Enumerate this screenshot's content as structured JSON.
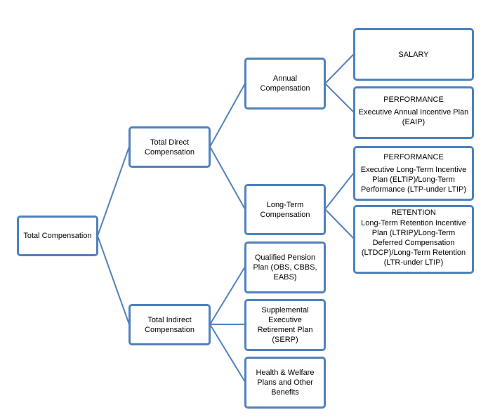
{
  "diagram": {
    "root": {
      "label": "Total Compensation"
    },
    "direct": {
      "label": "Total Direct Compensation"
    },
    "indirect": {
      "label": "Total Indirect Compensation"
    },
    "annual": {
      "label": "Annual Compensation"
    },
    "long_term": {
      "label": "Long-Term Compensation"
    },
    "salary": {
      "label": "SALARY"
    },
    "annual_performance": {
      "heading": "PERFORMANCE",
      "label": "Executive Annual Incentive Plan (EAIP)"
    },
    "lt_performance": {
      "heading": "PERFORMANCE",
      "label": "Executive Long-Term Incentive Plan (ELTIP)/Long-Term Performance (LTP-under LTIP)"
    },
    "lt_retention": {
      "heading": "RETENTION",
      "label": "Long-Term Retention Incentive Plan (LTRIP)/Long-Term Deferred Compensation (LTDCP)/Long-Term Retention (LTR-under LTIP)"
    },
    "qualified_pension": {
      "label": "Qualified Pension Plan (OBS, CBBS, EABS)"
    },
    "serp": {
      "label": "Supplemental Executive Retirement Plan (SERP)"
    },
    "health_welfare": {
      "label": "Health & Welfare Plans and Other Benefits"
    },
    "colors": {
      "border": "#4f81bd",
      "connector": "#4f81bd",
      "fill": "#ffffff",
      "text": "#000000"
    }
  }
}
